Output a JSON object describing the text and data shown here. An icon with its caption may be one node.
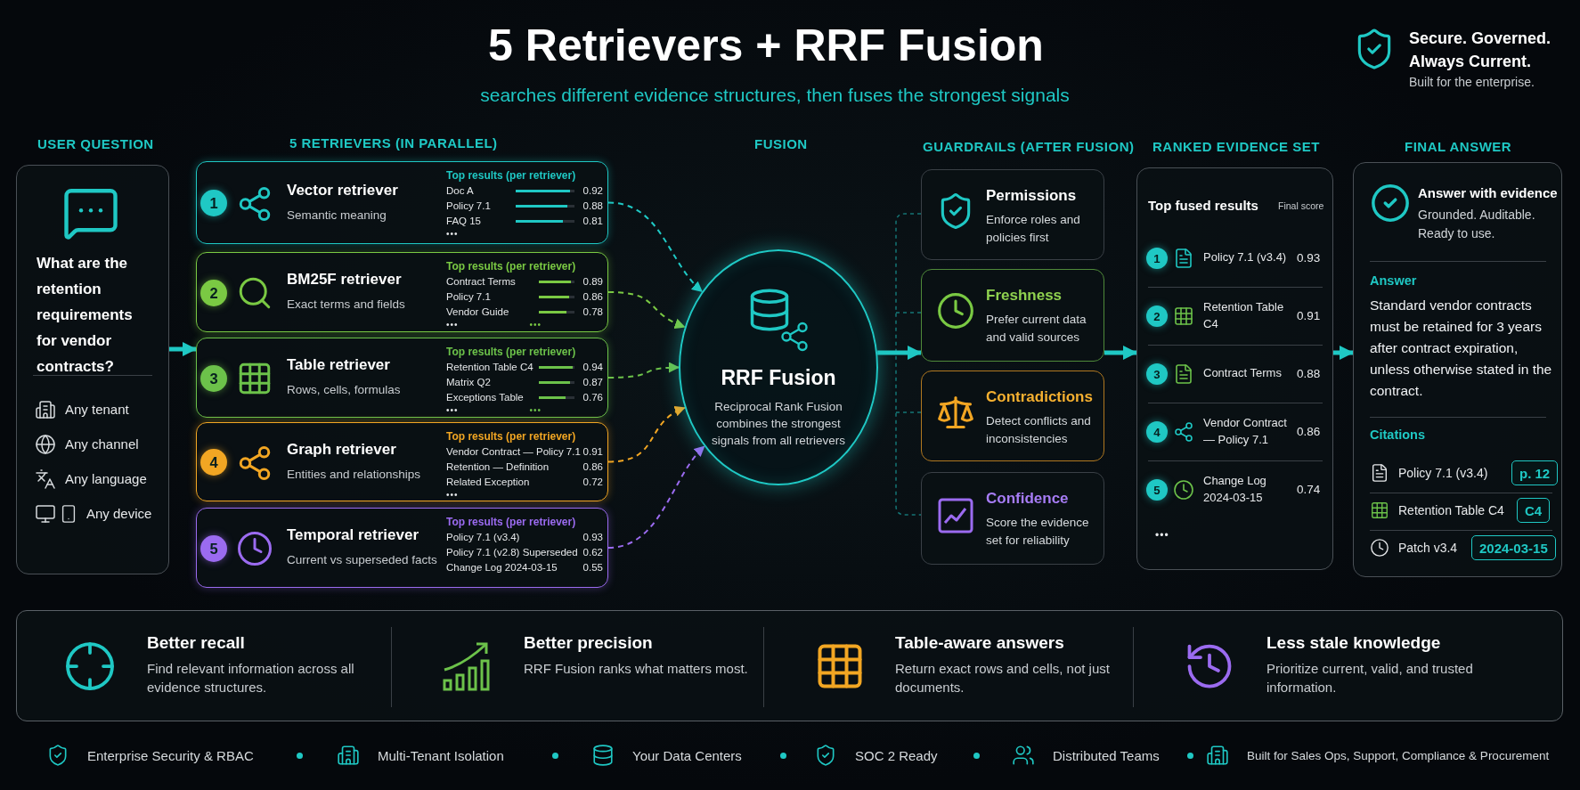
{
  "diagram": {
    "title": "5 Retrievers + RRF Fusion",
    "nodes": [
      {
        "text": [
          "What are the retention requirements for vendor contracts?",
          "Any tenant",
          "Any channel",
          "Any language",
          "Any device"
        ]
      },
      {
        "text": [
          "Vector retriever",
          "Semantic meaning",
          "Top results (per retriever)",
          "Doc A",
          "0.92",
          "Policy 7.1",
          "0.88",
          "FAQ 15",
          "0.81",
          "•••"
        ]
      },
      {
        "text": [
          "1"
        ],
        "in": 1
      },
      {
        "text": [
          "BM25F retriever",
          "Exact terms and fields",
          "Top results (per retriever)",
          "Contract Terms",
          "0.89",
          "Policy 7.1",
          "0.86",
          "Vendor Guide",
          "0.78",
          "•••",
          "•••"
        ]
      },
      {
        "text": [
          "2"
        ],
        "in": 3
      },
      {
        "text": [
          "Table retriever",
          "Rows, cells, formulas",
          "Top results (per retriever)",
          "Retention Table C4",
          "0.94",
          "Matrix Q2",
          "0.87",
          "Exceptions Table",
          "0.76",
          "•••",
          "•••"
        ]
      },
      {
        "text": [
          "3"
        ],
        "in": 5
      },
      {
        "text": [
          "Graph retriever",
          "Entities and relationships",
          "Top results (per retriever)",
          "Vendor Contract — Policy 7.1",
          "0.91",
          "Retention — Definition",
          "0.86",
          "Related Exception",
          "0.72",
          "•••"
        ]
      },
      {
        "text": [
          "4"
        ],
        "in": 7
      },
      {
        "text": [
          "Temporal retriever",
          "Current vs superseded facts",
          "Top results (per retriever)",
          "Policy 7.1 (v3.4)",
          "0.93",
          "Policy 7.1 (v2.8) Superseded",
          "0.62",
          "Change Log 2024-03-15",
          "0.55"
        ]
      },
      {
        "text": [
          "5"
        ],
        "in": 9
      },
      {
        "text": [
          "RRF Fusion",
          "Reciprocal Rank Fusion combines the strongest signals from all retrievers"
        ]
      },
      {
        "text": [
          "Permissions",
          "Enforce roles and policies first"
        ]
      },
      {
        "text": [
          "Freshness",
          "Prefer current data and valid sources"
        ]
      },
      {
        "text": [
          "Contradictions",
          "Detect conflicts and inconsistencies"
        ]
      },
      {
        "text": [
          "Confidence",
          "Score the evidence set for reliability"
        ]
      },
      {
        "text": [
          "Top fused results",
          "Final score",
          "Policy 7.1 (v3.4)",
          "0.93",
          "Retention Table C4",
          "0.91",
          "Contract Terms",
          "0.88",
          "Vendor Contract — Policy 7.1",
          "0.86",
          "Change Log 2024-03-15",
          "0.74",
          "•••"
        ]
      },
      {
        "text": [
          "1"
        ],
        "in": 16
      },
      {
        "text": [
          "2"
        ],
        "in": 16
      },
      {
        "text": [
          "3"
        ],
        "in": 16
      },
      {
        "text": [
          "4"
        ],
        "in": 16
      },
      {
        "text": [
          "5"
        ],
        "in": 16
      },
      {
        "text": [
          "Answer with evidence",
          "Grounded. Auditable. Ready to use.",
          "Answer",
          "Standard vendor contracts must be retained for 3 years after contract expiration, unless otherwise stated in the contract.",
          "Citations",
          "Policy 7.1 (v3.4)",
          "Retention Table C4",
          "Patch v3.4"
        ]
      },
      {
        "text": [
          "p. 12"
        ],
        "in": 22
      },
      {
        "text": [
          "C4"
        ],
        "in": 22
      },
      {
        "text": [
          "2024-03-15"
        ],
        "in": 22
      },
      {
        "text": [
          "Better recall",
          "Find relevant information across all evidence structures.",
          "Better precision",
          "RRF Fusion ranks what matters most.",
          "Table-aware answers",
          "Return exact rows and cells, not just documents.",
          "Less stale knowledge",
          "Prioritize current, valid, and trusted information."
        ]
      }
    ],
    "edges": [
      {
        "from": 0,
        "to": 5,
        "arrow": "to",
        "style": "thick"
      },
      {
        "from": 1,
        "to": 11,
        "arrow": "to",
        "style": "dashed"
      },
      {
        "from": 3,
        "to": 11,
        "arrow": "to",
        "style": "dashed",
        "color": "#7ac943"
      },
      {
        "from": 5,
        "to": 11,
        "arrow": "to",
        "style": "dashed",
        "color": "#6cc24a"
      },
      {
        "from": 7,
        "to": 11,
        "arrow": "to",
        "style": "dashed",
        "color": "#f2a623"
      },
      {
        "from": 9,
        "to": 11,
        "arrow": "to",
        "style": "dashed",
        "color": "#9b6bf0"
      },
      {
        "from": 11,
        "to": 13,
        "arrow": "to",
        "style": "thick"
      },
      {
        "from": 13,
        "to": 16,
        "arrow": "to",
        "style": "thick"
      },
      {
        "from": 16,
        "to": 22,
        "arrow": "to",
        "style": "thick"
      }
    ],
    "labels": [
      "searches different evidence structures, then fuses the strongest signals",
      "Secure. Governed. Always Current.",
      "Built for the enterprise.",
      "USER QUESTION",
      "5 RETRIEVERS (IN PARALLEL)",
      "FUSION",
      "GUARDRAILS (AFTER FUSION)",
      "RANKED EVIDENCE SET",
      "FINAL ANSWER",
      "Enterprise Security & RBAC",
      "Multi-Tenant Isolation",
      "Your Data Centers",
      "SOC 2 Ready",
      "Distributed Teams",
      "Built for Sales Ops, Support, Compliance & Procurement"
    ]
  }
}
